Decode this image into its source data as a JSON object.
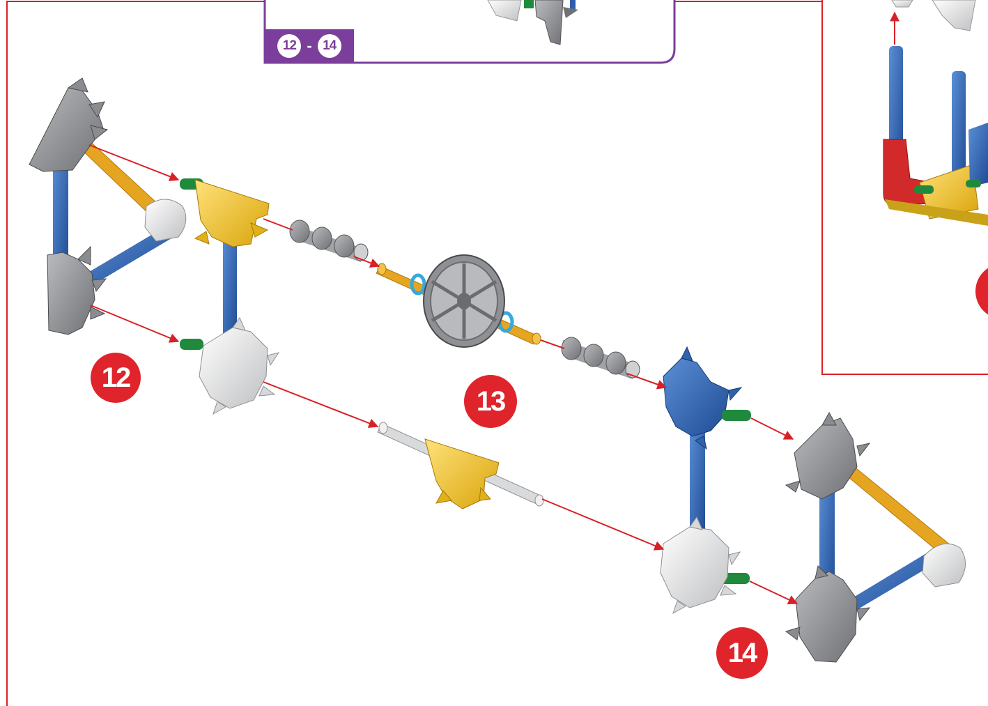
{
  "step_range": {
    "from": "12",
    "separator": "-",
    "to": "14"
  },
  "steps": [
    {
      "number": "12"
    },
    {
      "number": "13"
    },
    {
      "number": "14"
    }
  ],
  "colors": {
    "frame_red": "#d92027",
    "step_badge": "#e0242b",
    "range_tab_purple": "#7b3e9a",
    "rod_blue": "#2e5fae",
    "rod_orange": "#e6a520",
    "connector_gray": "#8e9094",
    "connector_white": "#e6e6e6",
    "connector_yellow": "#f2c21a",
    "connector_blue": "#2f63ad",
    "pin_green": "#1f8a3c",
    "spacer_blue": "#36a9dd"
  }
}
